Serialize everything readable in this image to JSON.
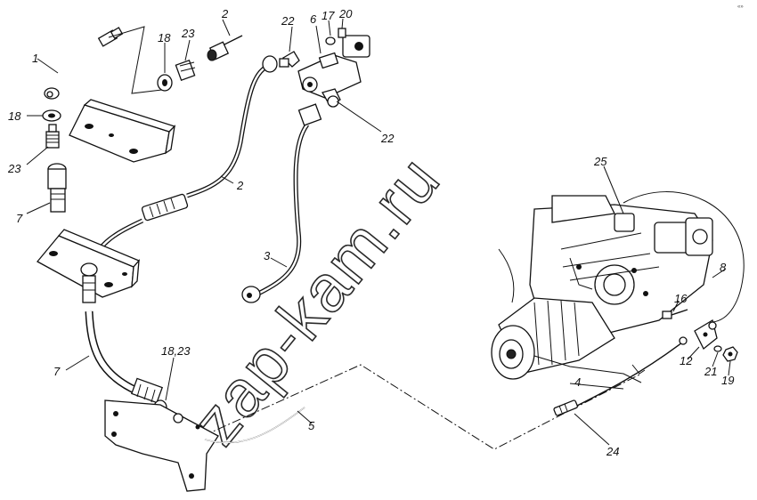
{
  "title": "",
  "watermark": "zap-kam.ru",
  "corner_mark": "«»",
  "callouts": [
    {
      "id": "c1",
      "text": "1"
    },
    {
      "id": "c2a",
      "text": "2"
    },
    {
      "id": "c2b",
      "text": "2"
    },
    {
      "id": "c3",
      "text": "3"
    },
    {
      "id": "c4",
      "text": "4"
    },
    {
      "id": "c5",
      "text": "5"
    },
    {
      "id": "c6",
      "text": "6"
    },
    {
      "id": "c7a",
      "text": "7"
    },
    {
      "id": "c7b",
      "text": "7"
    },
    {
      "id": "c8",
      "text": "8"
    },
    {
      "id": "c12",
      "text": "12"
    },
    {
      "id": "c16",
      "text": "16"
    },
    {
      "id": "c17",
      "text": "17"
    },
    {
      "id": "c18a",
      "text": "18"
    },
    {
      "id": "c18b",
      "text": "18"
    },
    {
      "id": "c1823",
      "text": "18,23"
    },
    {
      "id": "c19",
      "text": "19"
    },
    {
      "id": "c20",
      "text": "20"
    },
    {
      "id": "c21",
      "text": "21"
    },
    {
      "id": "c22a",
      "text": "22"
    },
    {
      "id": "c22b",
      "text": "22"
    },
    {
      "id": "c23a",
      "text": "23"
    },
    {
      "id": "c23b",
      "text": "23"
    },
    {
      "id": "c24",
      "text": "24"
    },
    {
      "id": "c25",
      "text": "25"
    }
  ]
}
